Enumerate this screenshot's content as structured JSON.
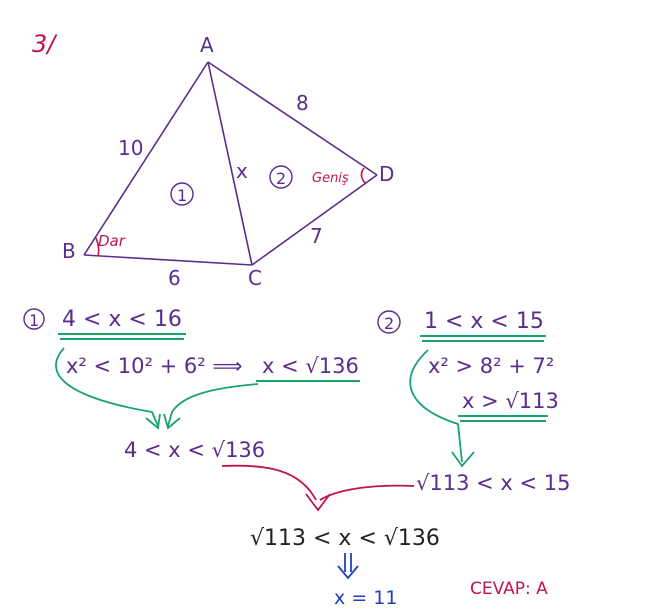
{
  "problem_number": "3/",
  "colors": {
    "ink": "#5a2d8c",
    "accent_red": "#c0144a",
    "guide_green": "#1aa36a",
    "answer_blue": "#1f3fbf"
  },
  "figure": {
    "vertices": {
      "A": "A",
      "B": "B",
      "C": "C",
      "D": "D"
    },
    "sides": {
      "AB": "10",
      "AD": "8",
      "BC": "6",
      "CD": "7",
      "AC": "x"
    },
    "regions": {
      "one": "1",
      "two": "2"
    },
    "angles": {
      "B": "Dar",
      "D": "Geniş"
    }
  },
  "steps": {
    "case1": {
      "label": "1",
      "range": "4 < x < 16",
      "ineq": "x² < 10² + 6² ⟹",
      "result": "x < √136"
    },
    "case2": {
      "label": "2",
      "range": "1 < x < 15",
      "ineq": "x² > 8² + 7²",
      "result": "x > √113"
    },
    "combined1": "4 < x < √136",
    "combined2": "√113 < x < 15",
    "final_range": "√113 < x < √136",
    "answer": "x = 11",
    "cevap": "CEVAP: A"
  }
}
